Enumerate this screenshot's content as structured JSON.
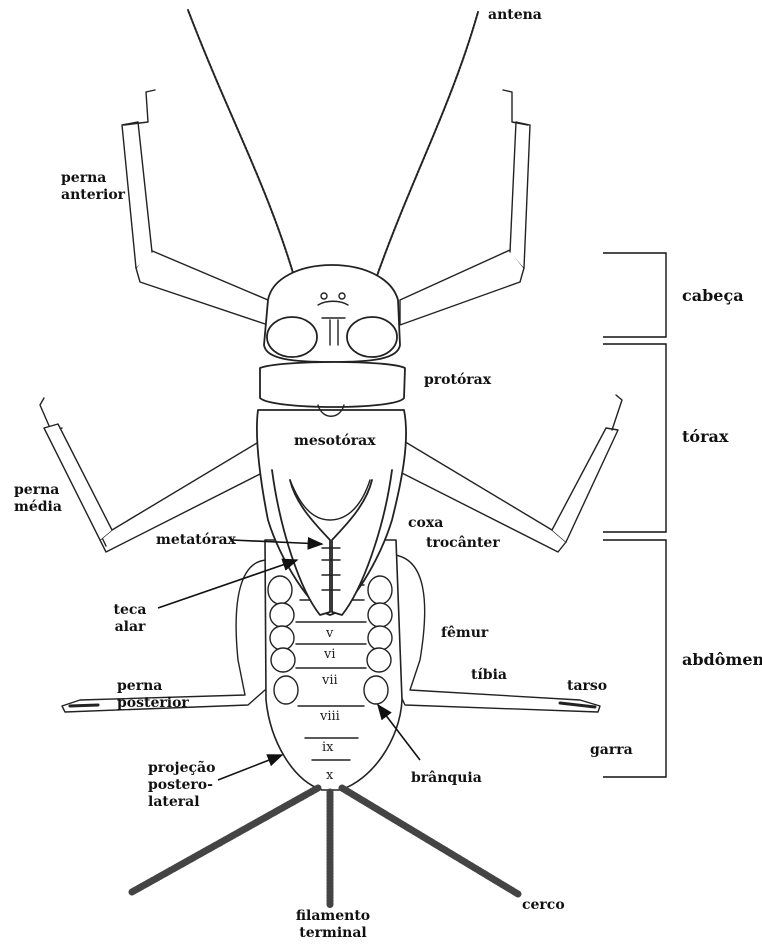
{
  "labels": {
    "antena": "antena",
    "perna_anterior": [
      "perna",
      "anterior"
    ],
    "perna_media": [
      "perna",
      "média"
    ],
    "perna_posterior": [
      "perna",
      "posterior"
    ],
    "protorax": "protórax",
    "mesotorax": "mesotórax",
    "metatorax": "metatórax",
    "coxa": "coxa",
    "trocanter": "trocânter",
    "teca_alar": [
      "teca",
      "alar"
    ],
    "femur": "fêmur",
    "tibia": "tíbia",
    "tarso": "tarso",
    "garra": "garra",
    "branquia": "brânquia",
    "projecao": [
      "projeção",
      "postero-",
      "lateral"
    ],
    "filamento": [
      "filamento",
      "terminal"
    ],
    "cerco": "cerco"
  },
  "regions": {
    "cabeca": "cabeça",
    "torax": "tórax",
    "abdomen": "abdômen"
  },
  "segments": [
    "v",
    "vi",
    "vii",
    "viii",
    "ix",
    "x"
  ]
}
